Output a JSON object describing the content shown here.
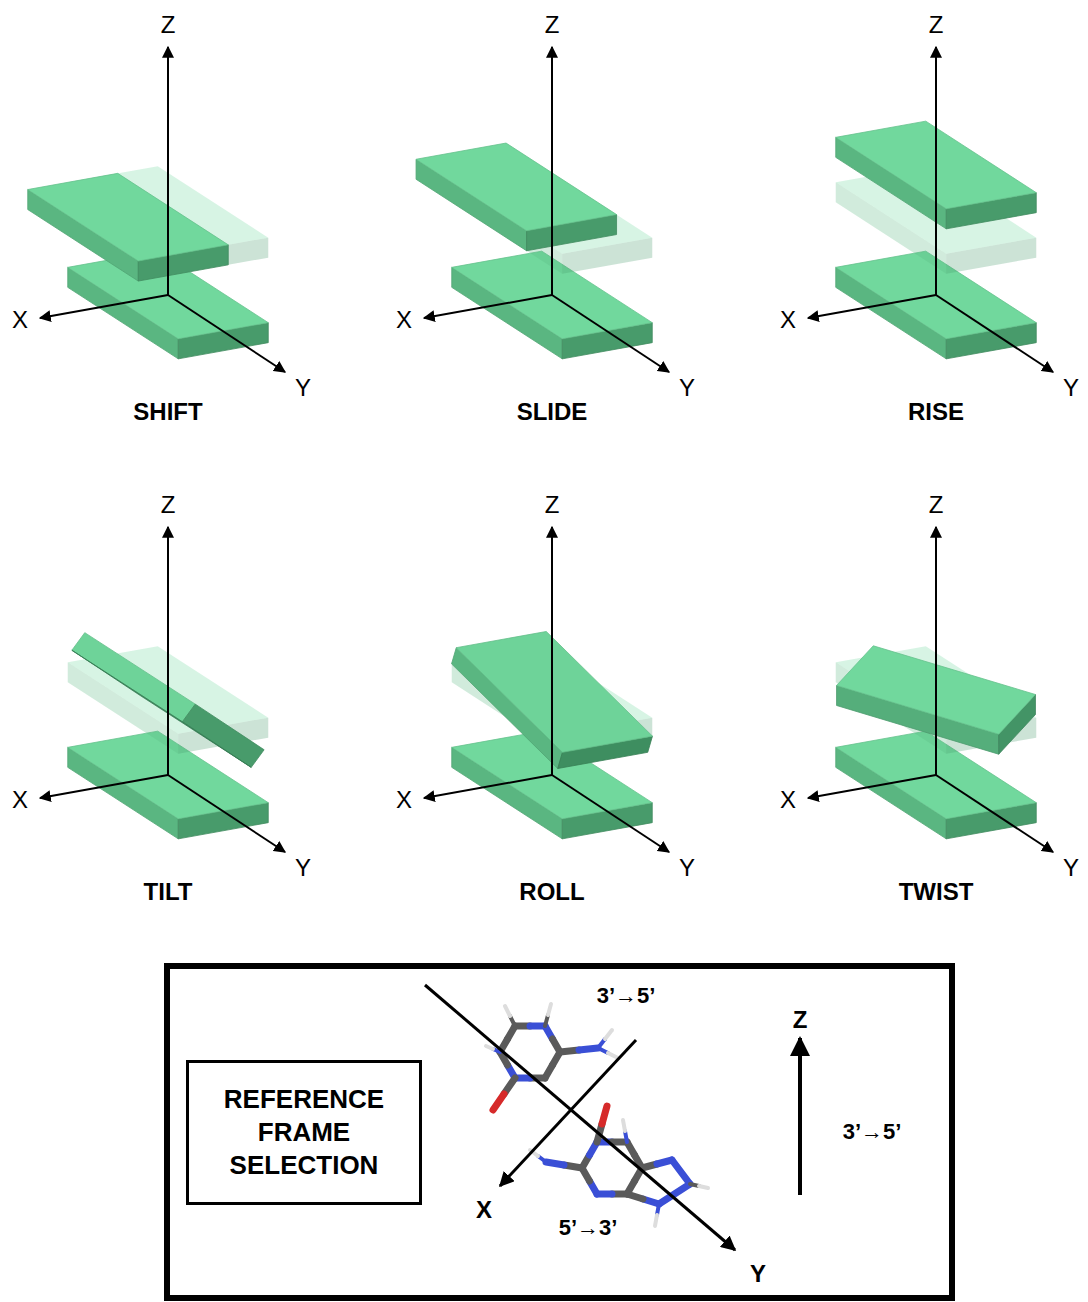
{
  "diagram": {
    "nodes": [
      {
        "text": [
          "REFERENCE FRAME SELECTION"
        ]
      }
    ],
    "labels": [
      "Z",
      "X",
      "Y",
      "SHIFT",
      "Z",
      "X",
      "Y",
      "SLIDE",
      "Z",
      "X",
      "Y",
      "RISE",
      "Z",
      "X",
      "Y",
      "TILT",
      "Z",
      "X",
      "Y",
      "ROLL",
      "Z",
      "X",
      "Y",
      "TWIST",
      "3’→5’",
      "X",
      "5’→3’",
      "Y",
      "Z",
      "3’→5’"
    ]
  }
}
